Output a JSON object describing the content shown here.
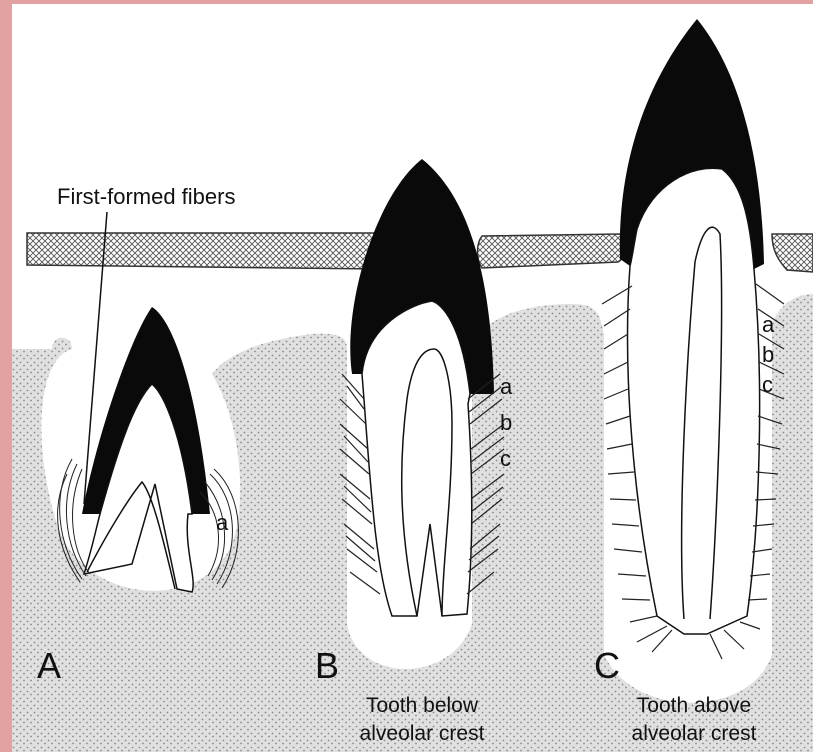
{
  "labels": {
    "first_formed": "First-formed fibers",
    "panel_a": "A",
    "panel_b": "B",
    "panel_c": "C",
    "fiber_a": "a",
    "fiber_b": "b",
    "fiber_c": "c",
    "caption_b": [
      "Tooth below",
      "alveolar crest"
    ],
    "caption_c": [
      "Tooth above",
      "alveolar crest"
    ]
  },
  "colors": {
    "background": "#e3a2a2",
    "enamel": "#0a0a0a",
    "bone": "#d2d2d2",
    "gingiva": "#9a9a9a"
  }
}
